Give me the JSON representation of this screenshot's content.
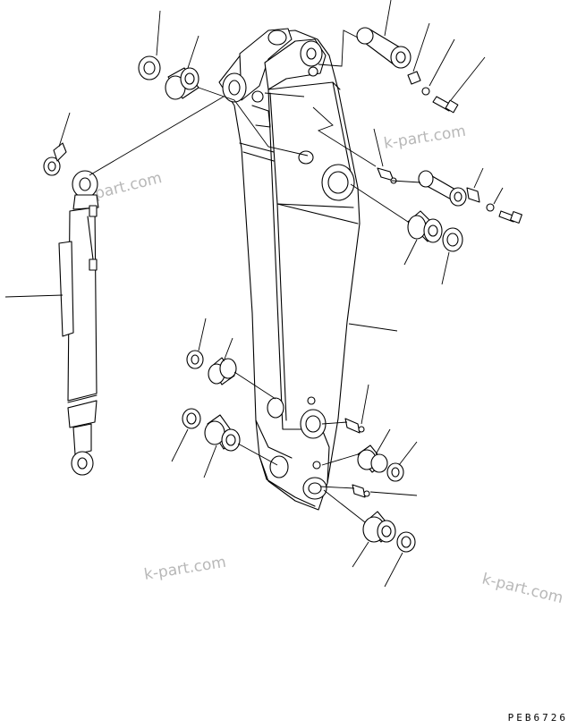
{
  "drawing_code": "PEB6726",
  "watermarks": [
    "k-part.com",
    "k-part.com",
    "k-part.com",
    "k-part.com"
  ],
  "colors": {
    "line": "#000000",
    "watermark": "#b8b8b8",
    "background": "#ffffff"
  }
}
